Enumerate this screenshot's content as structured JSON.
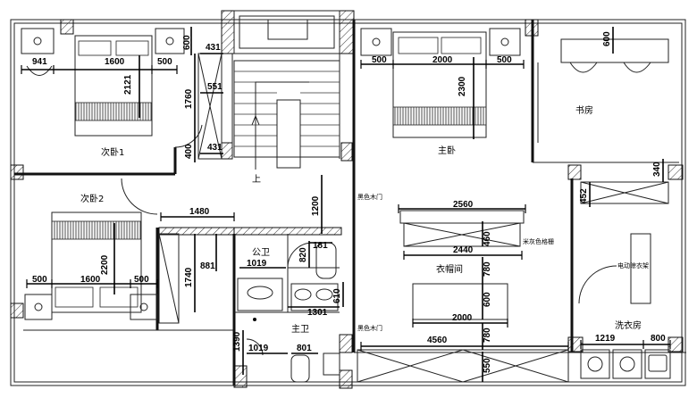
{
  "rooms": {
    "bedroom2_label": "次卧1",
    "bedroom3_label": "次卧2",
    "master_label": "主卧",
    "study_label": "书房",
    "closet_label": "衣帽间",
    "public_bath_label": "公卫",
    "master_bath_label": "主卫",
    "laundry_label": "洗衣房",
    "stair_up_label": "上"
  },
  "notes": {
    "door_note_upper": "黑色木门",
    "door_note_lower": "黑色木门",
    "grille_note": "米灰色格栅",
    "rack_note": "电动晾衣架"
  },
  "dims": {
    "d941": "941",
    "d1600a": "1600",
    "d500a": "500",
    "d2121": "2121",
    "d600a": "600",
    "d431a": "431",
    "d1760": "1760",
    "d551": "551",
    "d400": "400",
    "d431b": "431",
    "d500b": "500",
    "d2000a": "2000",
    "d500c": "500",
    "d2300": "2300",
    "d600b": "600",
    "d340": "340",
    "d452": "452",
    "d1480": "1480",
    "d1200": "1200",
    "d2560": "2560",
    "d460": "460",
    "d2440": "2440",
    "d780a": "780",
    "d600c": "600",
    "d2000b": "2000",
    "d780b": "780",
    "d4560": "4560",
    "d550": "550",
    "d500d": "500",
    "d1600b": "1600",
    "d500e": "500",
    "d2200": "2200",
    "d1740": "1740",
    "d881": "881",
    "d1019a": "1019",
    "d820": "820",
    "d181": "181",
    "d610": "610",
    "d1301": "1301",
    "d1390": "1390",
    "d1019b": "1019",
    "d801": "801",
    "d1219": "1219",
    "d800": "800"
  }
}
